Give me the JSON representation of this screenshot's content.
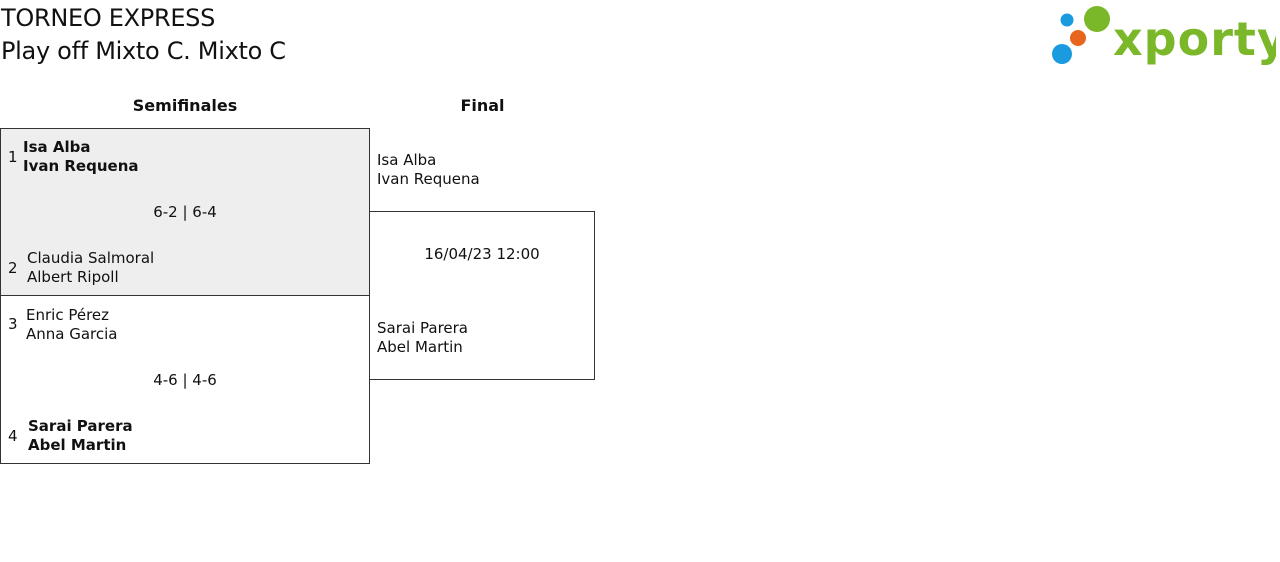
{
  "header": {
    "tournament": "TORNEO EXPRESS",
    "subtitle": "Play off Mixto C. Mixto C"
  },
  "logo": {
    "text": "xporty",
    "colors": {
      "green": "#7ab829",
      "blue": "#1a9be0",
      "orange": "#e8651d"
    }
  },
  "rounds": {
    "semifinals": "Semifinales",
    "final": "Final"
  },
  "semifinal_1": {
    "seed_a": "1",
    "team_a": [
      "Isa Alba",
      "Ivan Requena"
    ],
    "seed_b": "2",
    "team_b": [
      "Claudia Salmoral",
      "Albert Ripoll"
    ],
    "score": "6-2 | 6-4"
  },
  "semifinal_2": {
    "seed_a": "3",
    "team_a": [
      "Enric Pérez",
      "Anna Garcia"
    ],
    "seed_b": "4",
    "team_b": [
      "Sarai Parera",
      "Abel Martin"
    ],
    "score": "4-6 | 4-6"
  },
  "final": {
    "team_a": [
      "Isa Alba",
      "Ivan Requena"
    ],
    "team_b": [
      "Sarai Parera",
      "Abel Martin"
    ],
    "schedule": "16/04/23 12:00"
  }
}
